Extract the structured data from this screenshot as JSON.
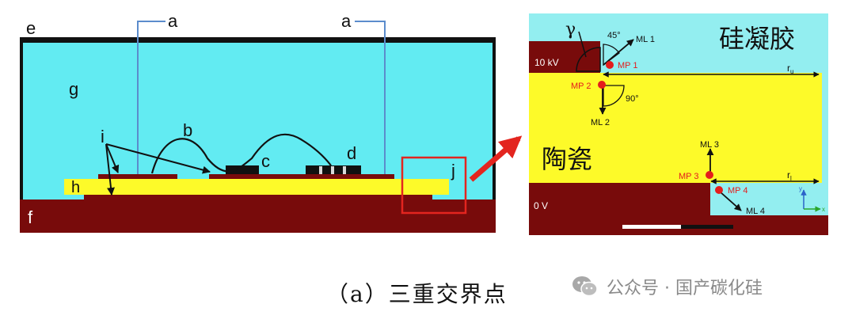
{
  "left_diagram": {
    "labels": {
      "e": "e",
      "g": "g",
      "f": "f",
      "h": "h",
      "i": "i",
      "b": "b",
      "c": "c",
      "d": "d",
      "j": "j",
      "a_left": "a",
      "a_right": "a"
    }
  },
  "right_diagram": {
    "gel_label": "硅凝胶",
    "ceramic_label": "陶瓷",
    "gamma": "γ",
    "angle_45": "45°",
    "angle_90": "90°",
    "voltage_high": "10 kV",
    "voltage_low": "0 V",
    "ml1": "ML 1",
    "ml2": "ML 2",
    "ml3": "ML 3",
    "ml4": "ML 4",
    "mp1": "MP 1",
    "mp2": "MP 2",
    "mp3": "MP 3",
    "mp4": "MP 4",
    "ru_main": "r",
    "ru_sub": "u",
    "rl_main": "r",
    "rl_sub": "l",
    "axis_y": "y",
    "axis_x": "x"
  },
  "caption": "（a）三重交界点",
  "watermark": "公众号 · 国产碳化硅",
  "colors": {
    "cyan": "#62ebf2",
    "light_cyan": "#93eef0",
    "yellow": "#fdfa29",
    "maroon": "#780b0b",
    "wire": "#5b8ccc",
    "red": "#e3251f",
    "mp_red": "#e41c1c"
  }
}
